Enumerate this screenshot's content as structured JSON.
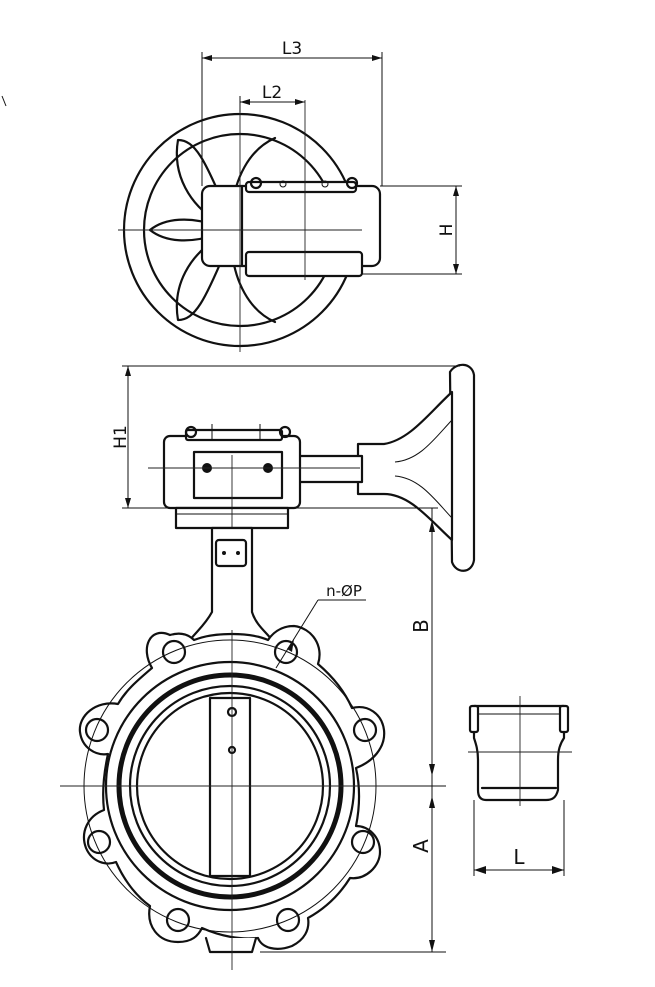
{
  "diagram": {
    "labels": {
      "L3": "L3",
      "L2": "L2",
      "H": "H",
      "H1": "H1",
      "B": "B",
      "A": "A",
      "L": "L",
      "nP": "n-ØP"
    }
  }
}
